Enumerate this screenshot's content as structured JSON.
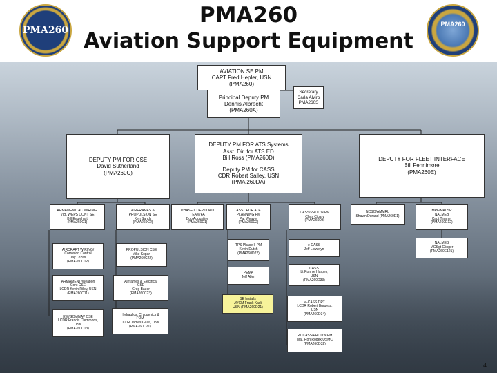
{
  "header": {
    "title_line1": "PMA260",
    "title_line2": "Aviation Support Equipment",
    "logo_left_text": "PMA260",
    "logo_right_text": "PMA260"
  },
  "top": {
    "line1": "AVIATION SE PM",
    "line2": "CAPT Fred Hepler, USN",
    "line3": "(PMA260)",
    "deputy1": "Principal Deputy PM",
    "deputy2": "Dennis Albrecht",
    "deputy3": "(PMA260A)",
    "sec1": "Secretary",
    "sec2": "Carla Alviro",
    "sec3": "PMA260S"
  },
  "cse": {
    "l1": "DEPUTY PM FOR CSE",
    "l2": "David Sutherland",
    "l3": "(PMA260C)"
  },
  "ats": {
    "l1": "DEPUTY PM FOR ATS Systems",
    "l2": "Asst. Dir. for ATS ED",
    "l3": "Bill Ross (PMA260D)",
    "l4": "Deputy PM for CASS",
    "l5": "CDR Robert Sailey, USN",
    "l6": "(PMA 260DA)"
  },
  "fleet": {
    "l1": "DEPUTY FOR FLEET INTERFACE",
    "l2": "Bill Fennimore",
    "l3": "(PMA260E)"
  },
  "cse_boxes": [
    [
      "ARMAMENT, AC WIRING,",
      "VIB, WEPS CONT SE",
      "Bill Englehart",
      "(PMA260C1)"
    ],
    [
      "AIRCRAFT WIRING/",
      "Corrosion Control",
      "Jay Lozas",
      "(PMA260C12)"
    ],
    [
      "ARMAMENT/Weapon",
      "Cont CSE",
      "LCDR Kevin Riley, USN",
      "(PMA260C11)"
    ],
    [
      "EW/GOV/NAV CSE",
      "LCDR Francis Clemmons,",
      "USN",
      "(PMA260C13)"
    ]
  ],
  "air_boxes": [
    [
      "AIRFRAMES &",
      "PROPULSION SE",
      "Ken Sands",
      "(PMA260C2)"
    ],
    [
      "PROPULSION CSE",
      "Mike Kopan",
      "(PMA260C22)"
    ],
    [
      "Airframes & Electrical",
      "CSE",
      "Greg Bauer",
      "(PMA260C23)"
    ],
    [
      "Hydraulics, Cryogenics &",
      "FOM",
      "LCDR James Gault, USN",
      "(PMA260C21)"
    ]
  ],
  "ats_boxes": {
    "phase2": [
      "PHASE II OFP LOAD",
      "TEAM/FA",
      "Bob Augustine",
      "(PMA260D1)"
    ],
    "ate": [
      "ASST FOR ATE",
      "PLANNING PM",
      "Pat Weaver",
      "(PMA260D2)"
    ],
    "tps": [
      "TPS Phase II PM",
      "Kevin Dutch",
      "(PMA260D22)"
    ],
    "pema": [
      "PEMA",
      "Jeff Allen"
    ],
    "se": [
      "SE Installs",
      "AVCM Frank Kadi",
      "USN (PMA260D21)"
    ],
    "cassprod": [
      "CASS/PROD'N PM",
      "Chris Cigary",
      "(PMA260D3)"
    ],
    "ecass": [
      "e-CASS",
      "Jeff Llewelyn"
    ],
    "cass": [
      "CASS",
      "Lt Ronnie Harper,",
      "USN",
      "(PMA260D33)"
    ],
    "ecassdpt": [
      "e-CASS DPT",
      "LCDR Robert Burgess,",
      "USN",
      "(PMA260D34)"
    ],
    "rtcass": [
      "RT CASS/PROD'N PM",
      "Maj. Ron Rodek USMC",
      "(PMA260D32)"
    ]
  },
  "fleet_boxes": {
    "ncso": [
      "NCSO/AMMRL",
      "Shawn Durand (PMA260E1)"
    ],
    "mpf": [
      "MPF/MALSP",
      "NALMEB",
      "Capt Timmer",
      "(PMA260E12)"
    ],
    "nalmeb": [
      "NALMEB",
      "MGSgt Clinger",
      "(PMA260E121)"
    ]
  },
  "page_number": "4"
}
